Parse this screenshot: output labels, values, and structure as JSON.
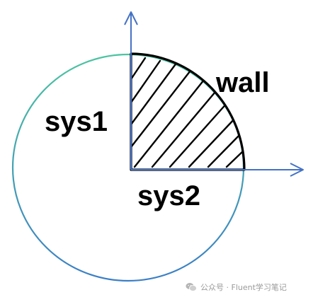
{
  "labels": {
    "region_top": "wall",
    "region_left": "sys1",
    "region_bottom": "sys2"
  },
  "watermark": {
    "text": "公众号 · Fluent学习笔记",
    "icon": "wechat-icon"
  },
  "colors": {
    "axis": "#4472c4",
    "circle_start": "#4cc4a0",
    "circle_end": "#3b7fc6",
    "hatch": "#000000",
    "watermark": "#9a9a9a"
  }
}
